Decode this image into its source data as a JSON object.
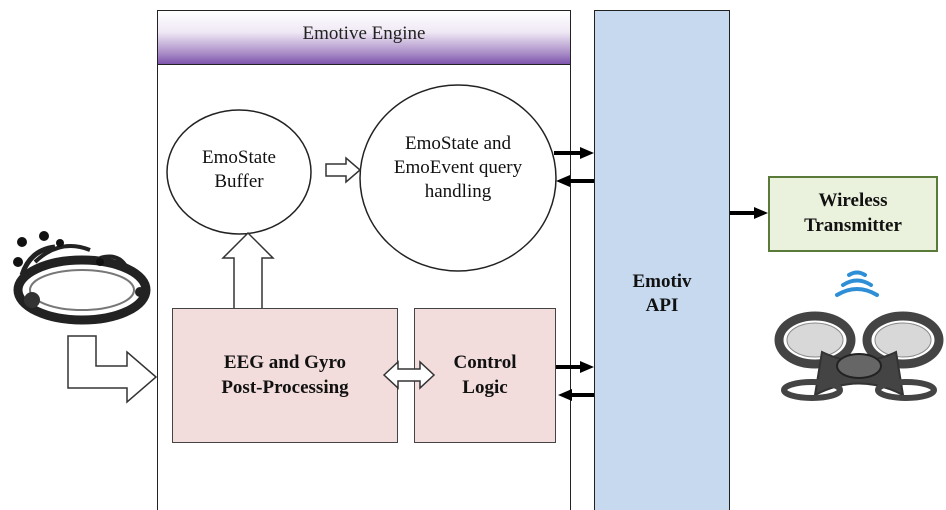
{
  "engine": {
    "title": "Emotive Engine"
  },
  "buffer": {
    "label": "EmoState\nBuffer"
  },
  "query": {
    "label": "EmoState and\nEmoEvent query\nhandling"
  },
  "eeg": {
    "label": "EEG and Gyro\nPost-Processing"
  },
  "control": {
    "label": "Control\nLogic"
  },
  "api": {
    "label": "Emotiv\nAPI"
  },
  "wireless": {
    "label": "Wireless\nTransmitter"
  },
  "icons": {
    "headset": "eeg-headset-icon",
    "drone": "quadcopter-drone-icon",
    "signal": "wireless-signal-icon"
  },
  "colors": {
    "api_fill": "#c6d9ef",
    "process_fill": "#f2dcdc",
    "wireless_fill": "#eaf1dd",
    "header_accent": "#7e55ad"
  }
}
